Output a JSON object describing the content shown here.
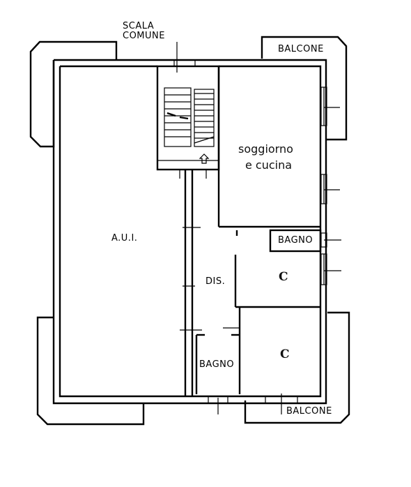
{
  "labels": {
    "scala_line1": "SCALA",
    "scala_line2": "COMUNE",
    "balcone_top": "BALCONE",
    "soggiorno_line1": "soggiorno",
    "soggiorno_line2": "e cucina",
    "aui": "A.U.I.",
    "bagno_right": "BAGNO",
    "dis": "DIS.",
    "camera_upper": "C",
    "bagno_lower": "BAGNO",
    "camera_lower": "C",
    "balcone_bottom": "BALCONE"
  }
}
